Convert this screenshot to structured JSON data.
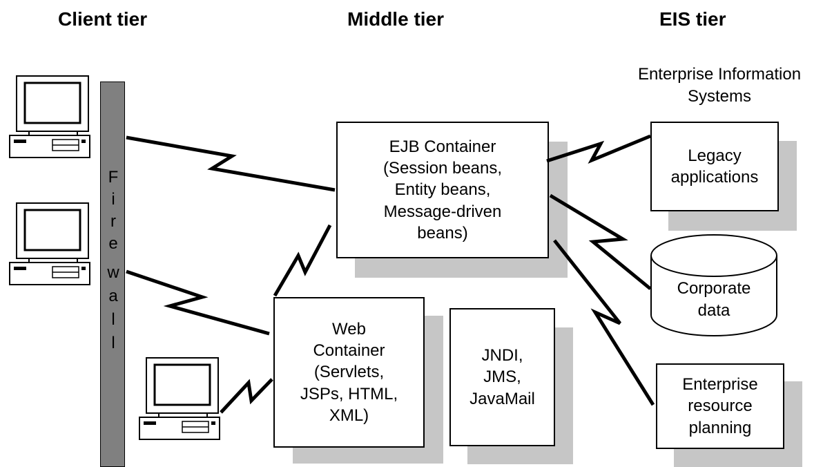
{
  "headers": {
    "client": "Client tier",
    "middle": "Middle tier",
    "eis": "EIS tier"
  },
  "firewall": {
    "letters": [
      "F",
      "i",
      "r",
      "e",
      "w",
      "a",
      "l",
      "l"
    ]
  },
  "eis_caption": {
    "line1": "Enterprise Information",
    "line2": "Systems"
  },
  "ejb": {
    "line1": "EJB Container",
    "line2": "(Session beans,",
    "line3": "Entity beans,",
    "line4": "Message-driven",
    "line5": "beans)"
  },
  "web": {
    "line1": "Web",
    "line2": "Container",
    "line3": "(Servlets,",
    "line4": "JSPs, HTML,",
    "line5": "XML)"
  },
  "services": {
    "line1": "JNDI,",
    "line2": "JMS,",
    "line3": "JavaMail"
  },
  "legacy": {
    "line1": "Legacy",
    "line2": "applications"
  },
  "corporate": {
    "line1": "Corporate",
    "line2": "data"
  },
  "erp": {
    "line1": "Enterprise",
    "line2": "resource",
    "line3": "planning"
  },
  "colors": {
    "shadow": "#c6c6c6",
    "firewall": "#808080",
    "line": "#000000"
  }
}
